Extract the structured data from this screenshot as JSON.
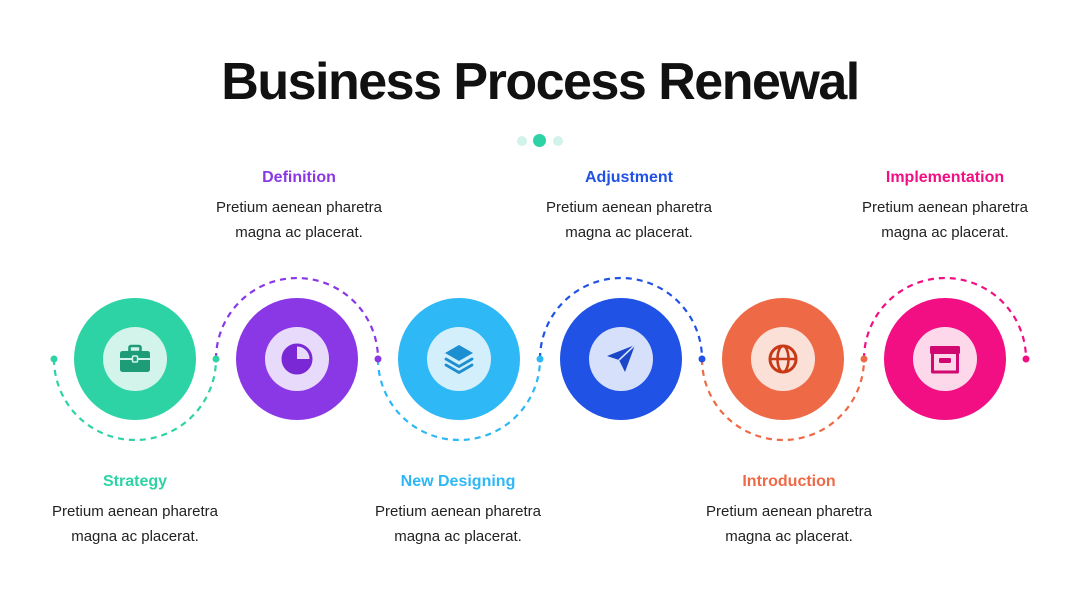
{
  "title": "Business Process Renewal",
  "colors": {
    "strategy": "#2ED3A5",
    "definition": "#8A38E6",
    "new_designing": "#2EB8F5",
    "adjustment": "#1F52E5",
    "introduction": "#EE6A46",
    "implementation": "#F10F83",
    "dot_light": "#D2F3EA",
    "dot_main": "#2ED3A5"
  },
  "steps": [
    {
      "title": "Strategy",
      "desc": "Pretium aenean pharetra magna ac placerat.",
      "icon": "briefcase-icon"
    },
    {
      "title": "Definition",
      "desc": "Pretium aenean pharetra magna ac placerat.",
      "icon": "pie-chart-icon"
    },
    {
      "title": "New Designing",
      "desc": "Pretium aenean pharetra magna ac placerat.",
      "icon": "layers-icon"
    },
    {
      "title": "Adjustment",
      "desc": "Pretium aenean pharetra magna ac placerat.",
      "icon": "send-icon"
    },
    {
      "title": "Introduction",
      "desc": "Pretium aenean pharetra magna ac placerat.",
      "icon": "globe-icon"
    },
    {
      "title": "Implementation",
      "desc": "Pretium aenean pharetra magna ac placerat.",
      "icon": "archive-icon"
    }
  ]
}
